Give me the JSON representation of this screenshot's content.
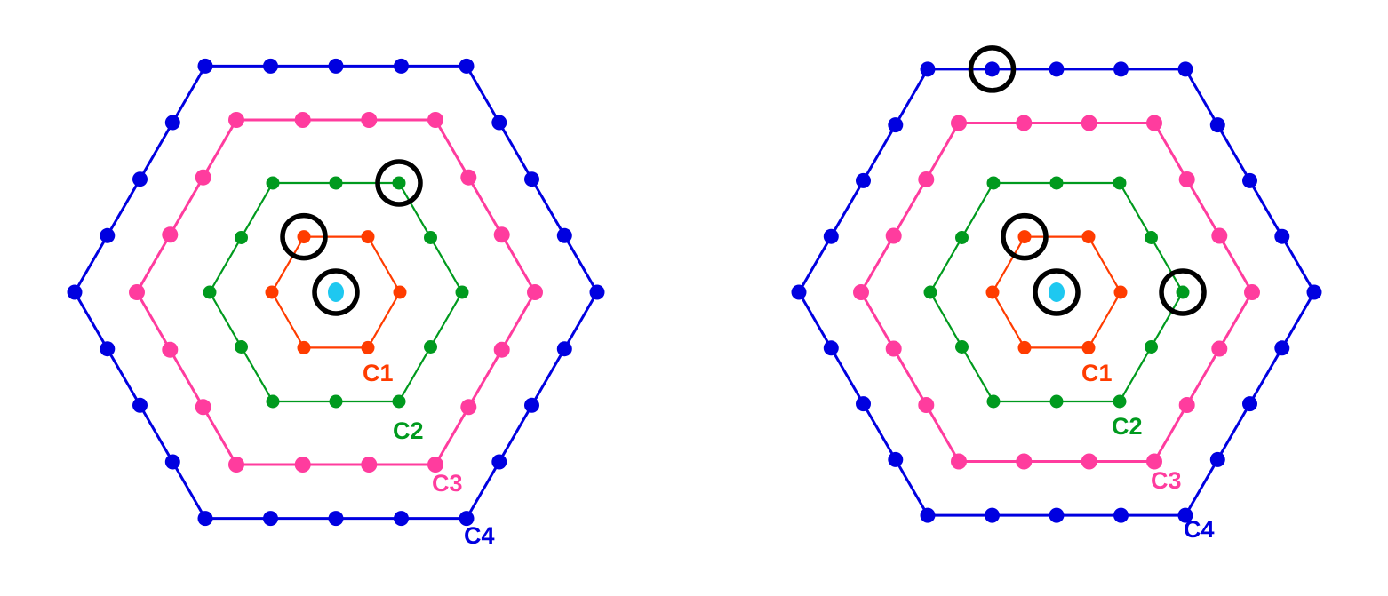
{
  "colors": {
    "background": "#ffffff",
    "center": "#1ec8f0",
    "highlight": "#000000",
    "C1": "#ff3c00",
    "C2": "#009a1e",
    "C3": "#ff3c9e",
    "C4": "#0000e0"
  },
  "rings": [
    {
      "id": "C1",
      "label": "C1",
      "points_per_side": 1
    },
    {
      "id": "C2",
      "label": "C2",
      "points_per_side": 2
    },
    {
      "id": "C3",
      "label": "C3",
      "points_per_side": 3
    },
    {
      "id": "C4",
      "label": "C4",
      "points_per_side": 4
    }
  ],
  "panels": [
    {
      "id": "left",
      "labels": {
        "C1": "C1",
        "C2": "C2",
        "C3": "C3",
        "C4": "C4"
      },
      "highlighted": [
        {
          "ring": "center"
        },
        {
          "ring": "C1",
          "position": "upper-left vertex"
        },
        {
          "ring": "C2",
          "position": "upper-right vertex"
        }
      ]
    },
    {
      "id": "right",
      "labels": {
        "C1": "C1",
        "C2": "C2",
        "C3": "C3",
        "C4": "C4"
      },
      "highlighted": [
        {
          "ring": "center"
        },
        {
          "ring": "C1",
          "position": "upper-left vertex"
        },
        {
          "ring": "C2",
          "position": "right vertex"
        },
        {
          "ring": "C4",
          "position": "top edge, second point"
        }
      ]
    }
  ]
}
